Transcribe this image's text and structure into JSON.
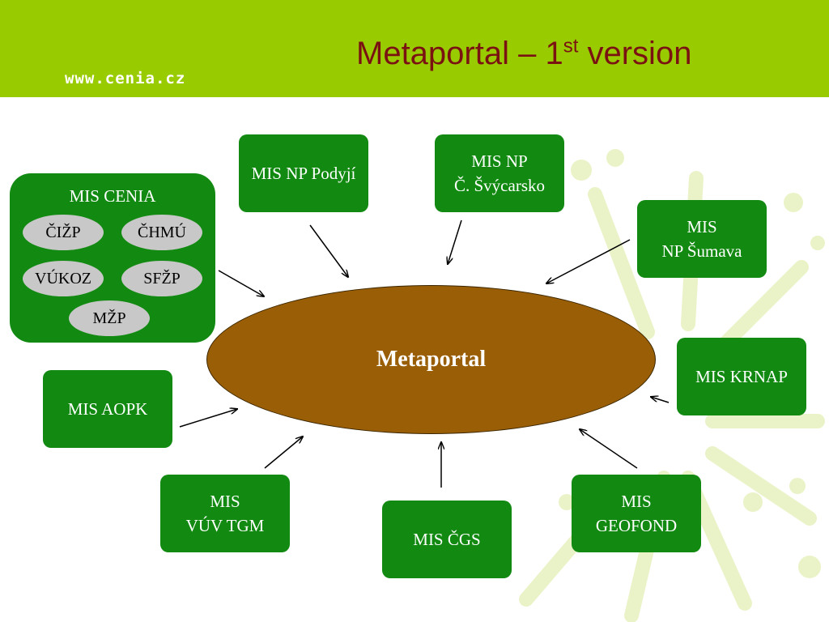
{
  "header": {
    "url": "www.cenia.cz",
    "title_main": "Metaportal – 1",
    "title_sup": "st",
    "title_end": " version",
    "color": "#99cc00",
    "title_color": "#7a1212"
  },
  "center": {
    "label": "Metaportal",
    "color": "#9a5f06"
  },
  "cenia_group": {
    "title": "MIS CENIA",
    "members": [
      "ČIŽP",
      "ČHMÚ",
      "VÚKOZ",
      "SFŽP",
      "MŽP"
    ]
  },
  "nodes": {
    "podyji": "MIS NP Podyjí",
    "svycarsko": "MIS NP\nČ. Švýcarsko",
    "sumava": "MIS\nNP Šumava",
    "krnap": "MIS KRNAP",
    "geofond": "MIS\nGEOFOND",
    "cgs": "MIS ČGS",
    "vuv": "MIS\nVÚV TGM",
    "aopk": "MIS AOPK"
  },
  "colors": {
    "box": "#128a12",
    "pill": "#c8c8c8",
    "arrow": "#000000"
  }
}
